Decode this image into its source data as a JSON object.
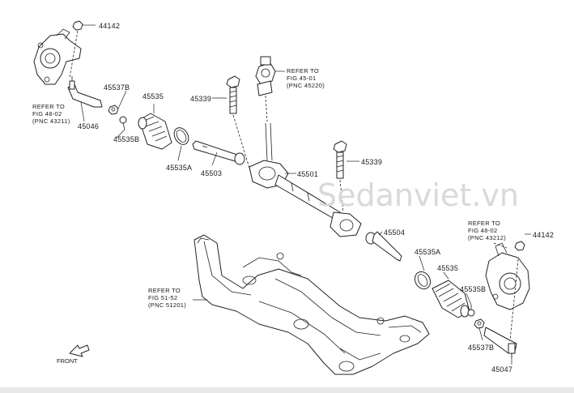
{
  "watermark": "Sedanviet.vn",
  "front_label": "FRONT",
  "parts": {
    "p44142_top": "44142",
    "p45537b_top": "45537B",
    "p45535_top": "45535",
    "p45339_left": "45339",
    "p45046": "45046",
    "p45535b_top": "45535B",
    "p45535a_top": "45535A",
    "p45503": "45503",
    "p45501": "45501",
    "p45339_right": "45339",
    "p45504": "45504",
    "p45535a_bottom": "45535A",
    "p45535_bottom": "45535",
    "p45535b_bottom": "45535B",
    "p45537b_bottom": "45537B",
    "p45047": "45047",
    "p44142_right": "44142"
  },
  "refs": {
    "knuckle_left": [
      "REFER TO",
      "FIG 48-02",
      "(PNC 43211)"
    ],
    "steering_shaft": [
      "REFER TO",
      "FIG 45-01",
      "(PNC 45220)"
    ],
    "knuckle_right": [
      "REFER TO",
      "FIG 48-02",
      "(PNC 43212)"
    ],
    "crossmember": [
      "REFER TO",
      "FIG 51-52",
      "(PNC 51201)"
    ]
  },
  "icons": [
    "front-arrow-icon"
  ]
}
